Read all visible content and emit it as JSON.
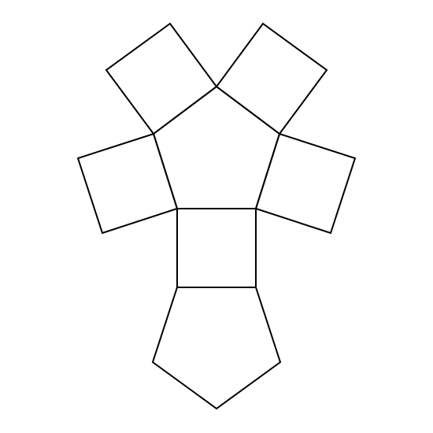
{
  "diagram": {
    "type": "pentagonal-prism-net",
    "stroke_color": "#000000",
    "background_color": "#ffffff",
    "faces": [
      {
        "name": "top-pentagon-face",
        "shape": "pentagon"
      },
      {
        "name": "upper-left-square-face",
        "shape": "square"
      },
      {
        "name": "upper-right-square-face",
        "shape": "square"
      },
      {
        "name": "left-square-face",
        "shape": "square"
      },
      {
        "name": "right-square-face",
        "shape": "square"
      },
      {
        "name": "middle-square-face",
        "shape": "square"
      },
      {
        "name": "bottom-pentagon-face",
        "shape": "pentagon"
      }
    ]
  }
}
